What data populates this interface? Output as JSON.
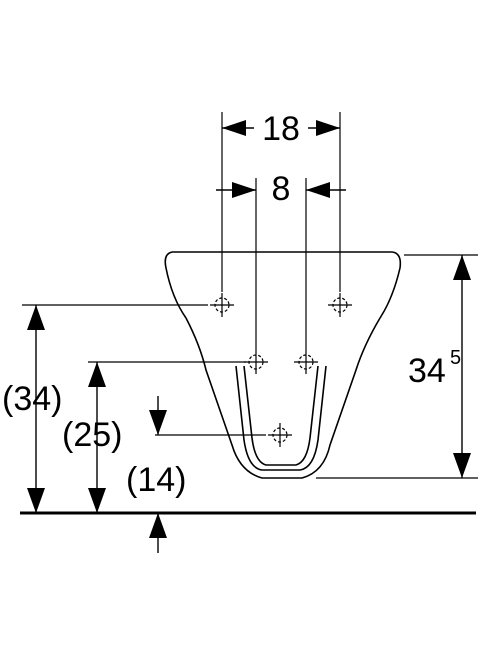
{
  "dimensions": {
    "outer_spacing": "18",
    "inner_spacing": "8",
    "height_main": "34",
    "height_main_superscript": "5",
    "height_left_outer": "(34)",
    "height_left_middle": "(25)",
    "height_left_inner": "(14)"
  },
  "colors": {
    "line": "#000000",
    "background": "#ffffff"
  }
}
